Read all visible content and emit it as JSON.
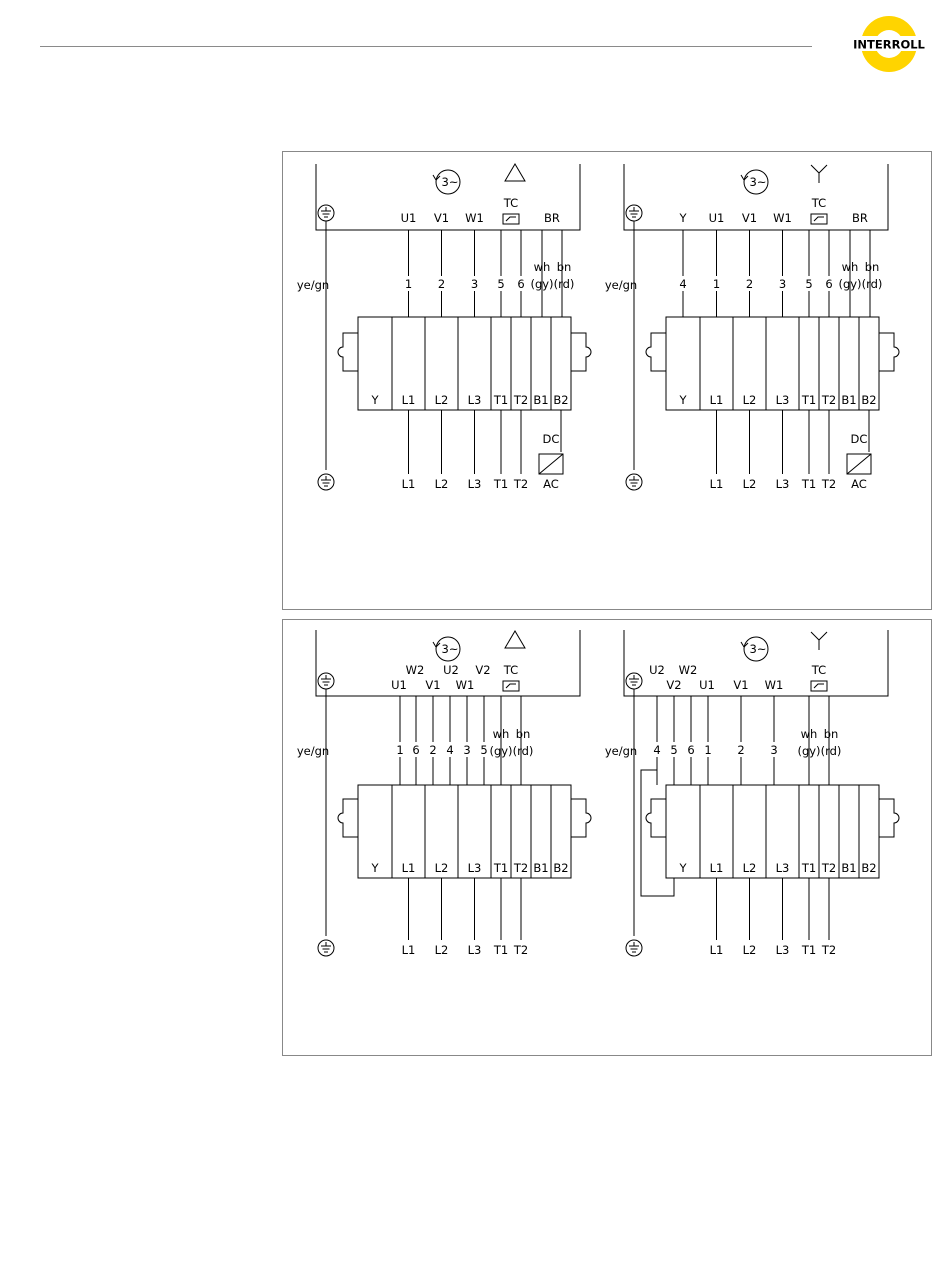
{
  "brand": {
    "name": "INTERROLL",
    "colors": {
      "yellow": "#FFD400",
      "ring_inner": "#ffffff",
      "text": "#1a1a1a"
    }
  },
  "panels": [
    {
      "left": {
        "symbol": "delta",
        "rot": "3~",
        "tc": "TC",
        "br": "BR",
        "motor_terms": [
          "U1",
          "V1",
          "W1"
        ],
        "wire_colors": [
          "wh",
          "bn",
          "(gy)",
          "(rd)"
        ],
        "wire_nums": [
          "1",
          "2",
          "3",
          "5",
          "6"
        ],
        "ground_label": "ye/gn",
        "block_labels": [
          "Y",
          "L1",
          "L2",
          "L3",
          "T1",
          "T2",
          "B1",
          "B2"
        ],
        "bottom": [
          "L1",
          "L2",
          "L3",
          "T1",
          "T2",
          "AC"
        ],
        "dc": "DC"
      },
      "right": {
        "symbol": "star",
        "rot": "3~",
        "tc": "TC",
        "br": "BR",
        "motor_terms": [
          "Y",
          "U1",
          "V1",
          "W1"
        ],
        "wire_colors": [
          "wh",
          "bn",
          "(gy)",
          "(rd)"
        ],
        "wire_nums": [
          "4",
          "1",
          "2",
          "3",
          "5",
          "6"
        ],
        "ground_label": "ye/gn",
        "block_labels": [
          "Y",
          "L1",
          "L2",
          "L3",
          "T1",
          "T2",
          "B1",
          "B2"
        ],
        "bottom": [
          "L1",
          "L2",
          "L3",
          "T1",
          "T2",
          "AC"
        ],
        "dc": "DC"
      }
    },
    {
      "left": {
        "symbol": "delta",
        "rot": "3~",
        "tc": "TC",
        "motor_terms_top": [
          "W2",
          "U2",
          "V2"
        ],
        "motor_terms": [
          "U1",
          "V1",
          "W1"
        ],
        "wire_colors": [
          "wh",
          "bn",
          "(gy)",
          "(rd)"
        ],
        "wire_nums": [
          "1",
          "6",
          "2",
          "4",
          "3",
          "5"
        ],
        "ground_label": "ye/gn",
        "block_labels": [
          "Y",
          "L1",
          "L2",
          "L3",
          "T1",
          "T2",
          "B1",
          "B2"
        ],
        "bottom": [
          "L1",
          "L2",
          "L3",
          "T1",
          "T2"
        ]
      },
      "right": {
        "symbol": "star",
        "rot": "3~",
        "tc": "TC",
        "motor_terms_top": [
          "U2",
          "W2"
        ],
        "motor_terms": [
          "V2",
          "U1",
          "V1",
          "W1"
        ],
        "wire_colors": [
          "wh",
          "bn",
          "(gy)",
          "(rd)"
        ],
        "wire_nums": [
          "4",
          "5",
          "6",
          "1",
          "2",
          "3"
        ],
        "ground_label": "ye/gn",
        "block_labels": [
          "Y",
          "L1",
          "L2",
          "L3",
          "T1",
          "T2",
          "B1",
          "B2"
        ],
        "bottom": [
          "L1",
          "L2",
          "L3",
          "T1",
          "T2"
        ]
      }
    }
  ]
}
